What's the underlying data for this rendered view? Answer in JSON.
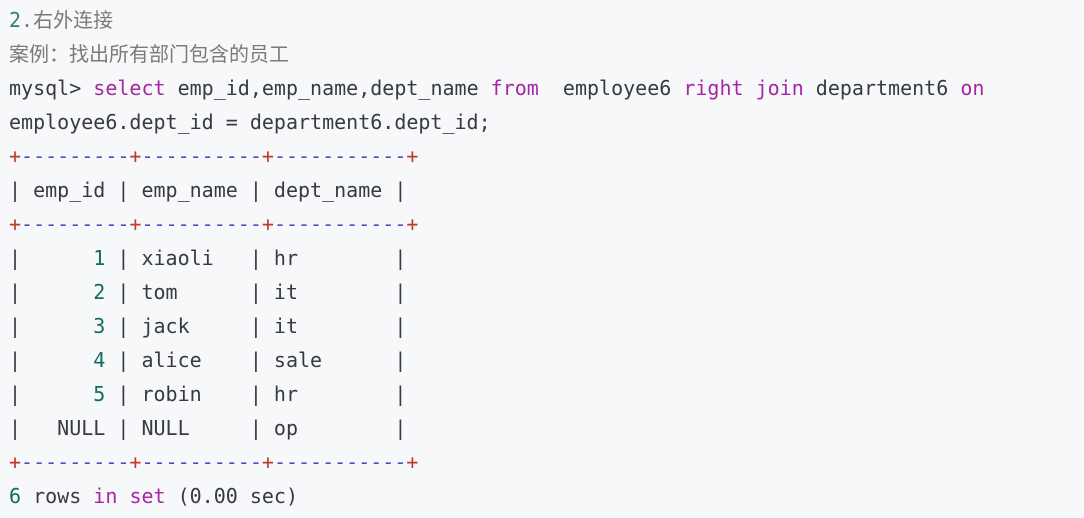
{
  "heading": {
    "number": "2",
    "dot": ".",
    "title": "右外连接"
  },
  "case_line": "案例：找出所有部门包含的员工",
  "query": {
    "prompt": "mysql> ",
    "select_kw": "select",
    "columns": " emp_id,emp_name,dept_name ",
    "from_kw": "from",
    "left_table": "  employee6 ",
    "right_kw": "right",
    "join_kw": "join",
    "right_table": " department6 ",
    "on_kw": "on",
    "condition": "employee6.dept_id = department6.dept_id;"
  },
  "table": {
    "border_plus": "+",
    "border_dashes": [
      "---------",
      "----------",
      "-----------"
    ],
    "header_line": "| emp_id | emp_name | dept_name |",
    "rows": [
      {
        "pre": "|      ",
        "id": "1",
        "mid": " | ",
        "name_and_dept": "xiaoli   | hr        |"
      },
      {
        "pre": "|      ",
        "id": "2",
        "mid": " | ",
        "name_and_dept": "tom      | it        |"
      },
      {
        "pre": "|      ",
        "id": "3",
        "mid": " | ",
        "name_and_dept": "jack     | it        |"
      },
      {
        "pre": "|      ",
        "id": "4",
        "mid": " | ",
        "name_and_dept": "alice    | sale      |"
      },
      {
        "pre": "|      ",
        "id": "5",
        "mid": " | ",
        "name_and_dept": "robin    | hr        |"
      }
    ],
    "null_row": "|   NULL | NULL     | op        |"
  },
  "footer": {
    "count": "6",
    "rows_word": " rows ",
    "in_kw": "in",
    "space": " ",
    "set_kw": "set",
    "time": " (0.00 sec)"
  }
}
